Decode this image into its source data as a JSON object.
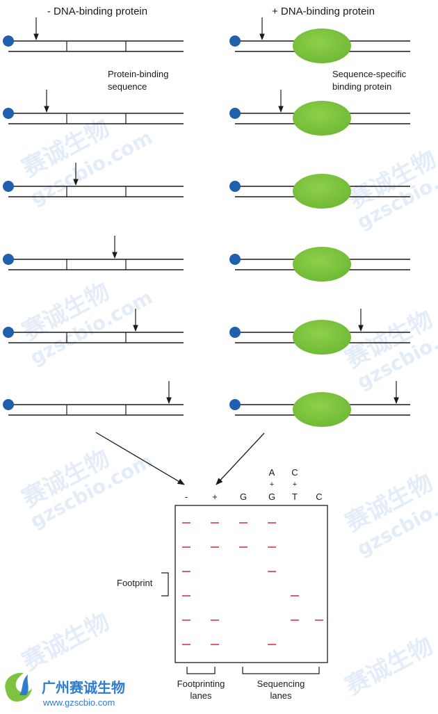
{
  "headings": {
    "left": "- DNA-binding protein",
    "right": "+ DNA-binding protein"
  },
  "labels": {
    "protein_binding_line1": "Protein-binding",
    "protein_binding_line2": "sequence",
    "specific_line1": "Sequence-specific",
    "specific_line2": "binding protein",
    "footprint": "Footprint",
    "footprinting_line1": "Footprinting",
    "footprinting_line2": "lanes",
    "sequencing_line1": "Sequencing",
    "sequencing_line2": "lanes"
  },
  "gel": {
    "lanes": [
      {
        "id": "minus",
        "top": "",
        "mid": "",
        "label": "-",
        "bands": [
          1,
          2,
          3,
          4,
          5,
          6
        ]
      },
      {
        "id": "plus",
        "top": "",
        "mid": "",
        "label": "+",
        "bands": [
          1,
          2,
          5,
          6
        ]
      },
      {
        "id": "g",
        "top": "",
        "mid": "",
        "label": "G",
        "bands": [
          1,
          2
        ]
      },
      {
        "id": "ag",
        "top": "A",
        "mid": "+",
        "label": "G",
        "bands": [
          1,
          2,
          3,
          6
        ]
      },
      {
        "id": "ct",
        "top": "C",
        "mid": "+",
        "label": "T",
        "bands": [
          4,
          5
        ]
      },
      {
        "id": "c",
        "top": "",
        "mid": "",
        "label": "C",
        "bands": [
          5
        ]
      }
    ],
    "band_color": "#d9344a"
  },
  "left_cut_rows": [
    1,
    2,
    3,
    4,
    5,
    6
  ],
  "right_cut_rows": [
    1,
    2,
    5,
    6
  ],
  "colors": {
    "dna_end": "#1f5fad",
    "protein": "#7ec242",
    "line": "#1a1a1a"
  },
  "logo": {
    "chinese": "广州赛诚生物",
    "url": "www.gzscbio.com"
  },
  "watermark": {
    "chinese": "赛诚生物",
    "domain": "gzscbio.com"
  }
}
